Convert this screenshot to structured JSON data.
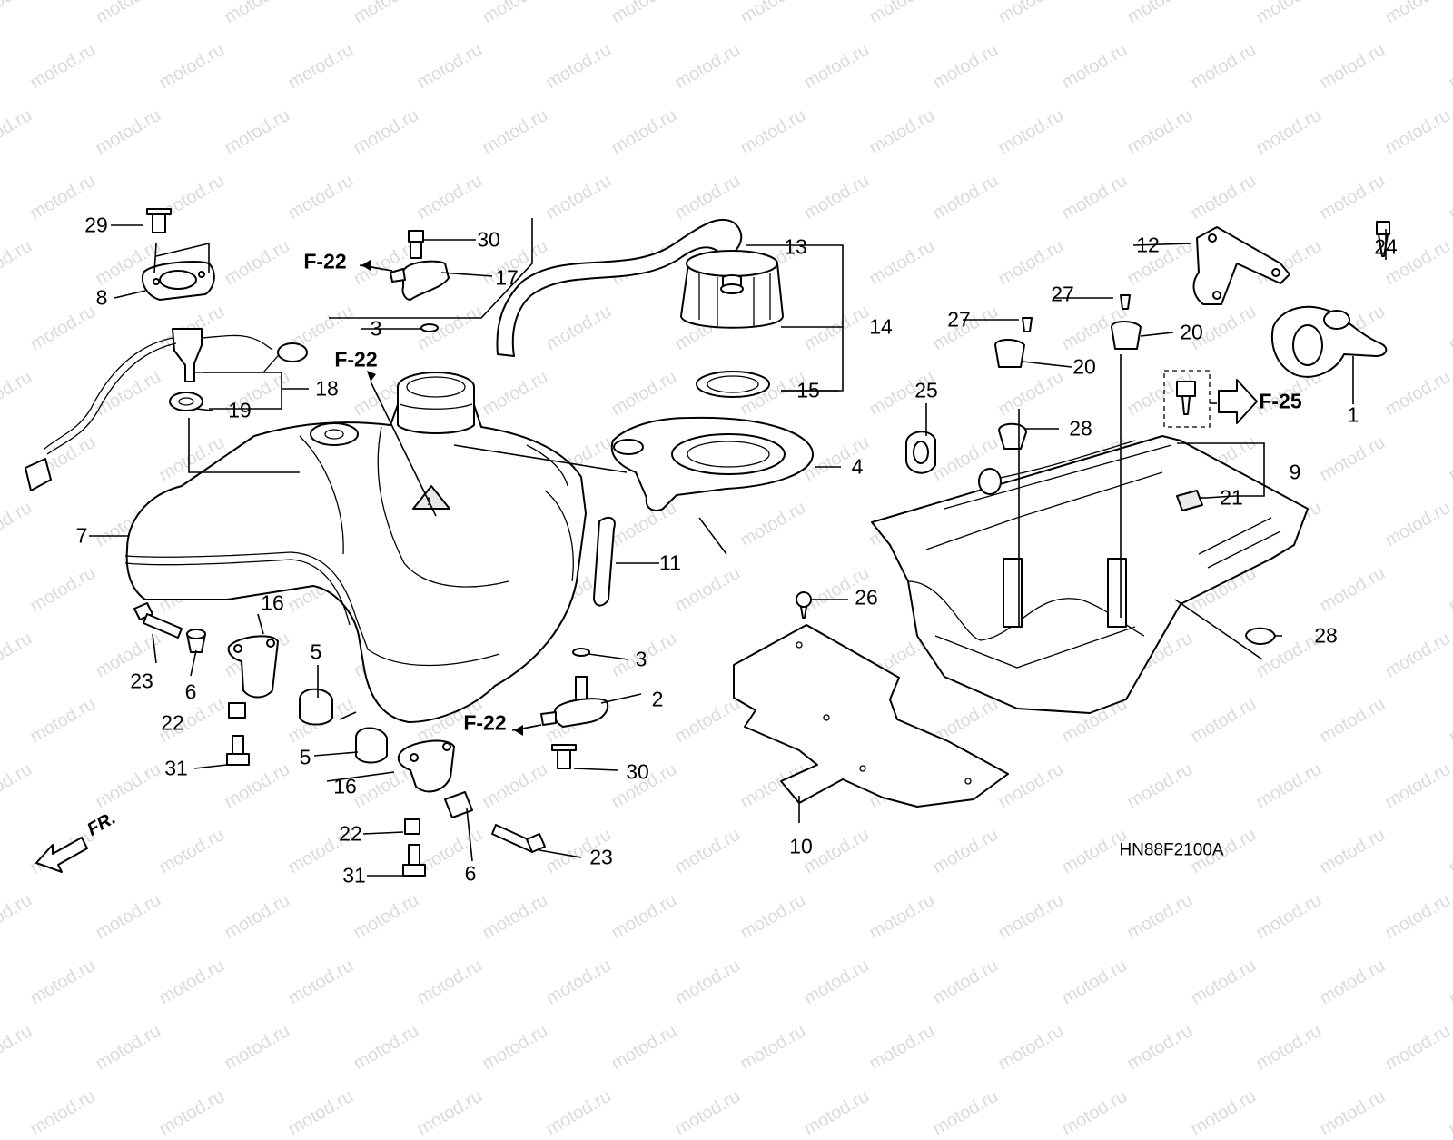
{
  "callouts": [
    "1",
    "2",
    "3",
    "3",
    "4",
    "5",
    "5",
    "6",
    "6",
    "7",
    "8",
    "9",
    "10",
    "11",
    "12",
    "13",
    "14",
    "15",
    "16",
    "16",
    "17",
    "18",
    "19",
    "20",
    "20",
    "21",
    "22",
    "22",
    "23",
    "23",
    "24",
    "25",
    "26",
    "27",
    "27",
    "28",
    "28",
    "29",
    "30",
    "30",
    "31",
    "31"
  ],
  "refs": [
    "F-22",
    "F-22",
    "F-22",
    "F-25"
  ],
  "diagram_code": "HN88F2100A",
  "front_label": "FR.",
  "watermark": "motod.ru"
}
